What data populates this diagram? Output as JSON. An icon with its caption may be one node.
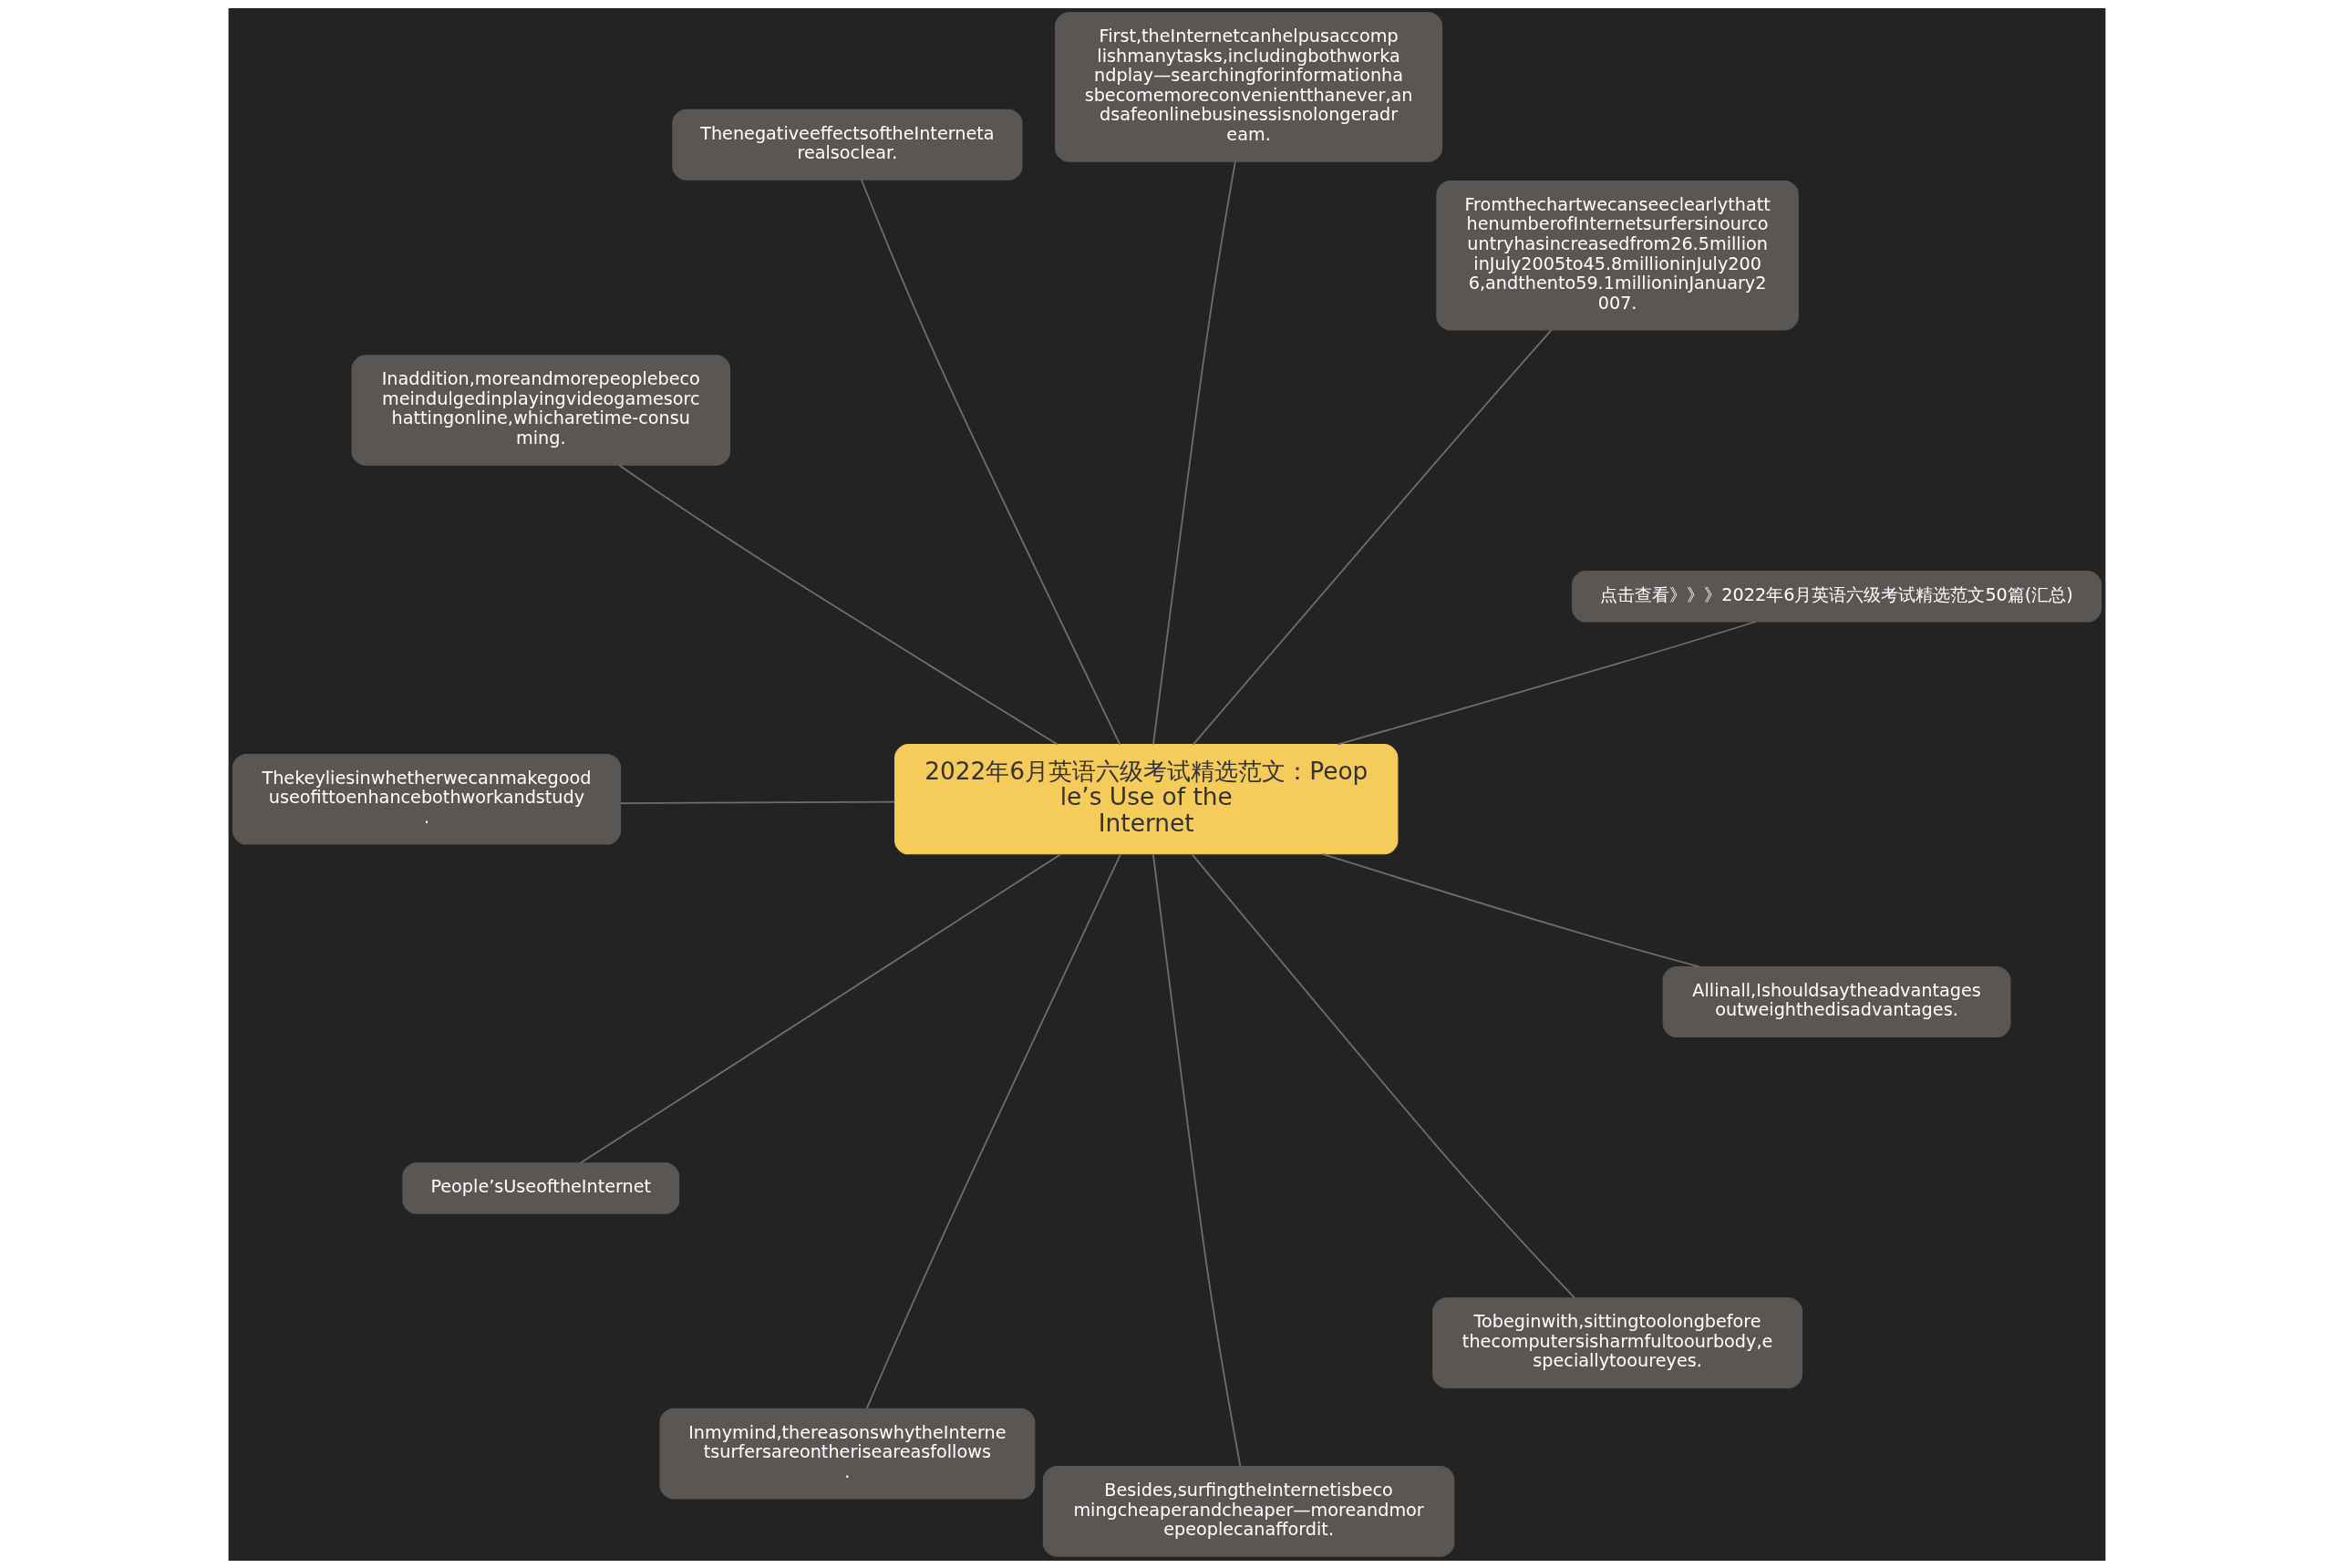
{
  "diagram": {
    "nodes": [
      {
        "text": [
          "2022年6月英语六级考试精选范文：People’s Use of the Internet"
        ]
      },
      {
        "text": [
          "点击查看》》》2022年6月英语六级考试精选范文50篇(汇总)"
        ]
      },
      {
        "text": [
          "FromthechartwecanseeclearlythatthenumberofInternetsurfersinourcountryhasincreasedfrom26.5millioninJuly2005to45.8millioninJuly2006,andthento59.1millioninJanuary2007."
        ]
      },
      {
        "text": [
          "First,theInternetcanhelpusaccomplishmanytasks,includingbothworkandplay—searchingforinformationhasbecomemoreconvenientthanever,andsafeonlinebusinessisnolongeradream."
        ]
      },
      {
        "text": [
          "ThenegativeeffectsoftheInternetarealsoclear."
        ]
      },
      {
        "text": [
          "Inaddition,moreandmorepeoplebecomeindulgedinplayingvideogamesorchattingonline,whicharetime-consuming."
        ]
      },
      {
        "text": [
          "Thekeyliesinwhetherwecanmakegooduseofittoenhancebothworkandstudy."
        ]
      },
      {
        "text": [
          "People’sUseoftheInternet"
        ]
      },
      {
        "text": [
          "Inmymind,thereasonswhytheInternetsurfersareontheriseareasfollows."
        ]
      },
      {
        "text": [
          "Besides,surfingtheInternetisbecomingcheaperandcheaper—moreandmorepeoplecanaffordit."
        ]
      },
      {
        "text": [
          "Tobeginwith,sittingtoolongbeforethecomputersisharmfultoourbody,especiallytooureyes."
        ]
      },
      {
        "text": [
          "Allinall,Ishouldsaytheadvantagesoutweighthedisadvantages."
        ]
      }
    ],
    "edges": [
      {
        "from": 0,
        "to": 1,
        "arrow": "none"
      },
      {
        "from": 0,
        "to": 2,
        "arrow": "none"
      },
      {
        "from": 0,
        "to": 3,
        "arrow": "none"
      },
      {
        "from": 0,
        "to": 4,
        "arrow": "none"
      },
      {
        "from": 0,
        "to": 5,
        "arrow": "none"
      },
      {
        "from": 0,
        "to": 6,
        "arrow": "none"
      },
      {
        "from": 0,
        "to": 7,
        "arrow": "none"
      },
      {
        "from": 0,
        "to": 8,
        "arrow": "none"
      },
      {
        "from": 0,
        "to": 9,
        "arrow": "none"
      },
      {
        "from": 0,
        "to": 10,
        "arrow": "none"
      },
      {
        "from": 0,
        "to": 11,
        "arrow": "none"
      }
    ]
  }
}
